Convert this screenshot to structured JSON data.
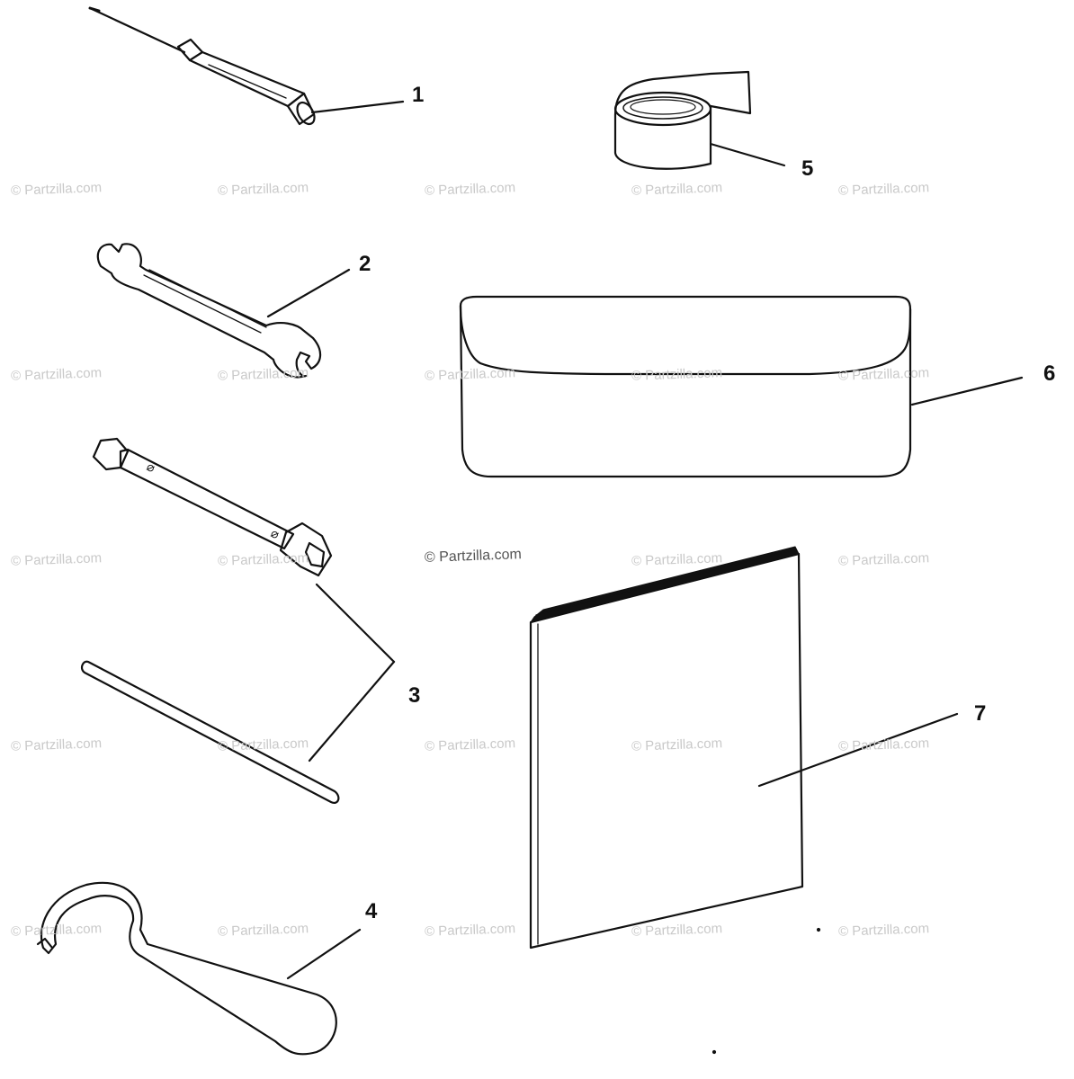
{
  "watermark": "© Partzilla.com",
  "center_watermark": "© Partzilla.com",
  "callouts": {
    "c1": "1",
    "c2": "2",
    "c3": "3",
    "c4": "4",
    "c5": "5",
    "c6": "6",
    "c7": "7"
  },
  "colors": {
    "ink": "#111111",
    "watermark": "#c9c9c9"
  }
}
